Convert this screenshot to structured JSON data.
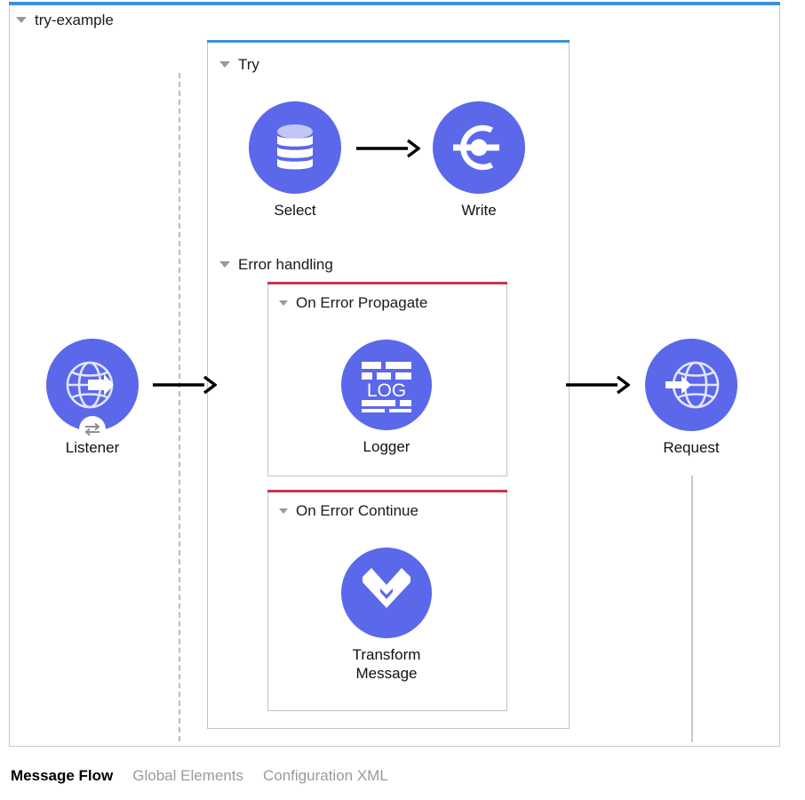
{
  "flow": {
    "name": "try-example",
    "accent_color": "#3b8fdd",
    "collapse_icon": "triangle-down-icon"
  },
  "try_scope": {
    "label": "Try",
    "accent_color": "#3b8fdd",
    "collapse_icon": "triangle-down-icon"
  },
  "error_handling": {
    "label": "Error handling",
    "accent_color": "#c0394b",
    "collapse_icon": "triangle-down-icon",
    "handlers": [
      {
        "label": "On Error Propagate"
      },
      {
        "label": "On Error Continue"
      }
    ]
  },
  "nodes": {
    "listener": {
      "label": "Listener",
      "icon": "http-listener-globe-icon",
      "badge_icon": "exchange-arrows-icon",
      "color": "#5b68ea"
    },
    "select": {
      "label": "Select",
      "icon": "database-select-icon",
      "color": "#5b68ea"
    },
    "write": {
      "label": "Write",
      "icon": "database-write-icon",
      "color": "#5b68ea"
    },
    "logger": {
      "label": "Logger",
      "icon": "logger-log-icon",
      "icon_text": "LOG",
      "color": "#5b68ea"
    },
    "transform": {
      "label": "Transform\nMessage",
      "icon": "transform-message-dataweave-icon",
      "color": "#5b68ea"
    },
    "request": {
      "label": "Request",
      "icon": "http-request-globe-icon",
      "color": "#5b68ea"
    }
  },
  "connectors": [
    {
      "name": "select-to-write",
      "from": "select",
      "to": "write"
    },
    {
      "name": "listener-to-try",
      "from": "listener",
      "to": "try_scope"
    },
    {
      "name": "try-to-request",
      "from": "try_scope",
      "to": "request"
    }
  ],
  "tabs": [
    {
      "label": "Message Flow",
      "active": true
    },
    {
      "label": "Global Elements",
      "active": false
    },
    {
      "label": "Configuration XML",
      "active": false
    }
  ]
}
